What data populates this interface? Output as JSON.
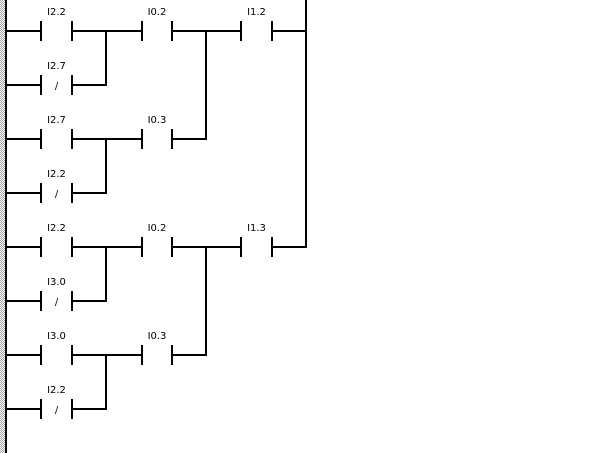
{
  "diagram": {
    "type": "ladder-logic",
    "networks": [
      {
        "output_column_junction": "right-rail-top",
        "branches": [
          {
            "series": [
              {
                "parallel": [
                  {
                    "address": "I2.2",
                    "negated": false
                  },
                  {
                    "address": "I2.7",
                    "negated": true
                  }
                ]
              },
              {
                "address": "I0.2",
                "negated": false
              }
            ]
          },
          {
            "series": [
              {
                "parallel": [
                  {
                    "address": "I2.7",
                    "negated": false
                  },
                  {
                    "address": "I2.2",
                    "negated": true
                  }
                ]
              },
              {
                "address": "I0.3",
                "negated": false
              }
            ]
          }
        ],
        "final_contact": {
          "address": "I1.2",
          "negated": false
        }
      },
      {
        "branches": [
          {
            "series": [
              {
                "parallel": [
                  {
                    "address": "I2.2",
                    "negated": false
                  },
                  {
                    "address": "I3.0",
                    "negated": true
                  }
                ]
              },
              {
                "address": "I0.2",
                "negated": false
              }
            ]
          },
          {
            "series": [
              {
                "parallel": [
                  {
                    "address": "I3.0",
                    "negated": false
                  },
                  {
                    "address": "I2.2",
                    "negated": true
                  }
                ]
              },
              {
                "address": "I0.3",
                "negated": false
              }
            ]
          }
        ],
        "final_contact": {
          "address": "I1.3",
          "negated": false
        }
      }
    ],
    "contacts": [
      {
        "id": "c1",
        "address": "I2.2",
        "negated": false
      },
      {
        "id": "c2",
        "address": "I2.7",
        "negated": true
      },
      {
        "id": "c3",
        "address": "I0.2",
        "negated": false
      },
      {
        "id": "c4",
        "address": "I1.2",
        "negated": false
      },
      {
        "id": "c5",
        "address": "I2.7",
        "negated": false
      },
      {
        "id": "c6",
        "address": "I2.2",
        "negated": true
      },
      {
        "id": "c7",
        "address": "I0.3",
        "negated": false
      },
      {
        "id": "c8",
        "address": "I2.2",
        "negated": false
      },
      {
        "id": "c9",
        "address": "I3.0",
        "negated": true
      },
      {
        "id": "c10",
        "address": "I0.2",
        "negated": false
      },
      {
        "id": "c11",
        "address": "I1.3",
        "negated": false
      },
      {
        "id": "c12",
        "address": "I3.0",
        "negated": false
      },
      {
        "id": "c13",
        "address": "I2.2",
        "negated": true
      },
      {
        "id": "c14",
        "address": "I0.3",
        "negated": false
      }
    ],
    "negation_symbol": "/"
  }
}
